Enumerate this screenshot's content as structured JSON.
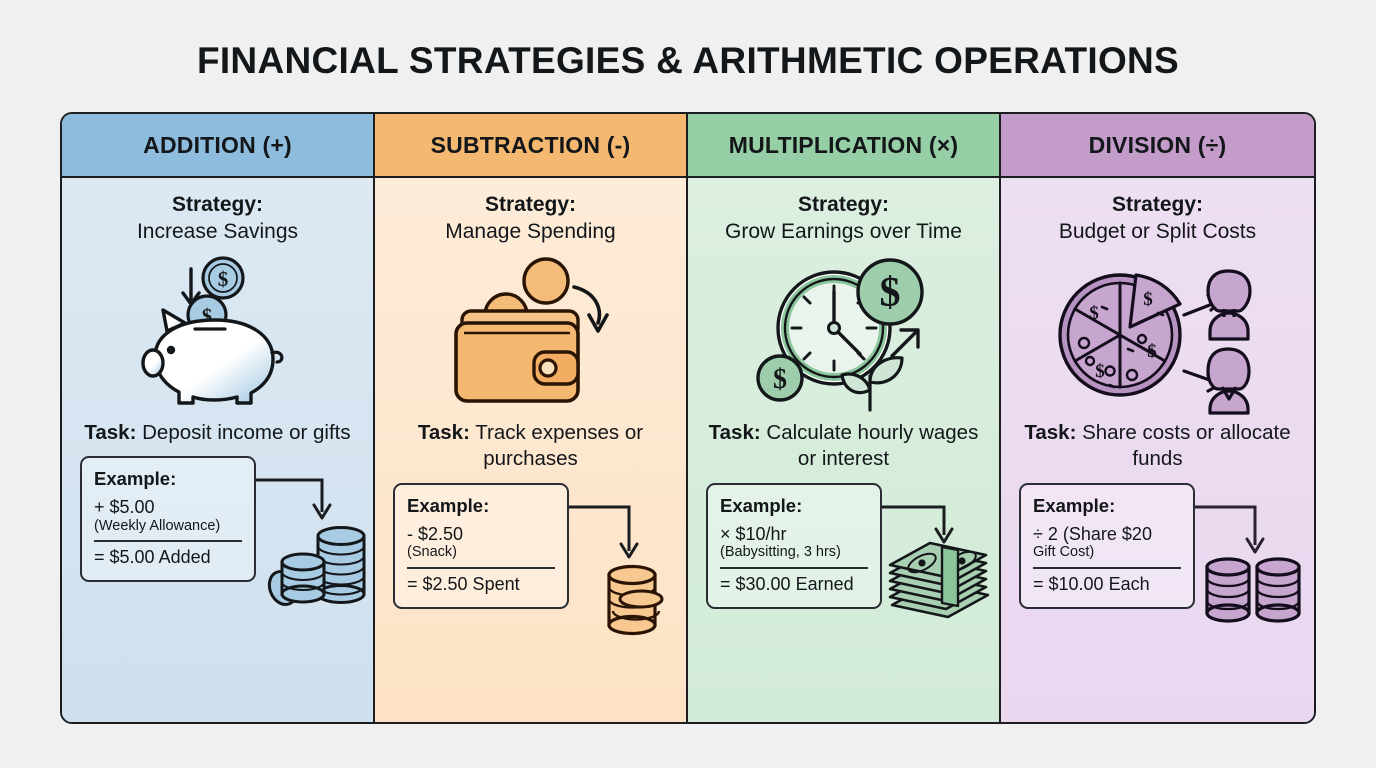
{
  "title": "FINANCIAL STRATEGIES & ARITHMETIC OPERATIONS",
  "background_color": "#f0f0f0",
  "frame_color": "#1b1d20",
  "columns": [
    {
      "id": "addition",
      "header": "ADDITION (+)",
      "header_bg": "#8dbcdc",
      "body_bg_top": "#dce9f3",
      "body_bg_bottom": "#cfe0ee",
      "accent": "#7fb0d4",
      "ink": "#14171a",
      "strategy_label": "Strategy:",
      "strategy_value": "Increase Savings",
      "task_label": "Task:",
      "task_value": "Deposit income or gifts",
      "example_title": "Example:",
      "example_operation": "+ $5.00",
      "example_note": "(Weekly Allowance)",
      "example_result": "= $5.00 Added",
      "art_icon": "piggy-bank-icon",
      "example_art_icon": "coin-stacks-icon"
    },
    {
      "id": "subtraction",
      "header": "SUBTRACTION (-)",
      "header_bg": "#f5b871",
      "body_bg_top": "#fdecd8",
      "body_bg_bottom": "#fde2c6",
      "accent": "#f0ad68",
      "ink": "#14171a",
      "strategy_label": "Strategy:",
      "strategy_value": "Manage Spending",
      "task_label": "Task:",
      "task_value": "Track expenses or purchases",
      "example_title": "Example:",
      "example_operation": "- $2.50",
      "example_note": "(Snack)",
      "example_result": "= $2.50 Spent",
      "art_icon": "wallet-icon",
      "example_art_icon": "coin-stack-icon"
    },
    {
      "id": "multiplication",
      "header": "MULTIPLICATION (×)",
      "header_bg": "#96cfa6",
      "body_bg_top": "#dcefe0",
      "body_bg_bottom": "#d2ebd8",
      "accent": "#8cc69c",
      "ink": "#14171a",
      "strategy_label": "Strategy:",
      "strategy_value": "Grow Earnings over Time",
      "task_label": "Task:",
      "task_value": "Calculate hourly wages or interest",
      "example_title": "Example:",
      "example_operation": "× $10/hr",
      "example_note": "(Babysitting, 3 hrs)",
      "example_result": "= $30.00 Earned",
      "art_icon": "clock-growth-icon",
      "example_art_icon": "cash-stack-icon"
    },
    {
      "id": "division",
      "header": "DIVISION (÷)",
      "header_bg": "#c39cca",
      "body_bg_top": "#eddff2",
      "body_bg_bottom": "#e9d7ef",
      "accent": "#b48fbd",
      "ink": "#14171a",
      "strategy_label": "Strategy:",
      "strategy_value": "Budget or Split Costs",
      "task_label": "Task:",
      "task_value": "Share costs or allocate funds",
      "example_title": "Example:",
      "example_operation": "÷ 2 (Share $20",
      "example_note": "Gift Cost)",
      "example_result": "= $10.00 Each",
      "art_icon": "pizza-split-people-icon",
      "example_art_icon": "two-coin-stacks-icon"
    }
  ]
}
